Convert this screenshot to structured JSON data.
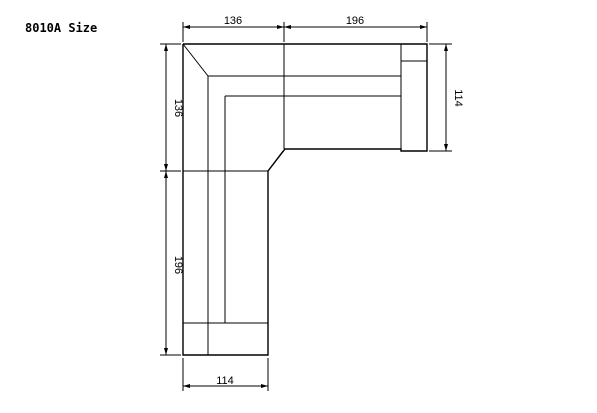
{
  "title": "8010A Size",
  "dimensions": {
    "top_left": "136",
    "top_right": "196",
    "left_upper": "136",
    "left_lower": "196",
    "right_depth": "114",
    "bottom_depth": "114"
  }
}
